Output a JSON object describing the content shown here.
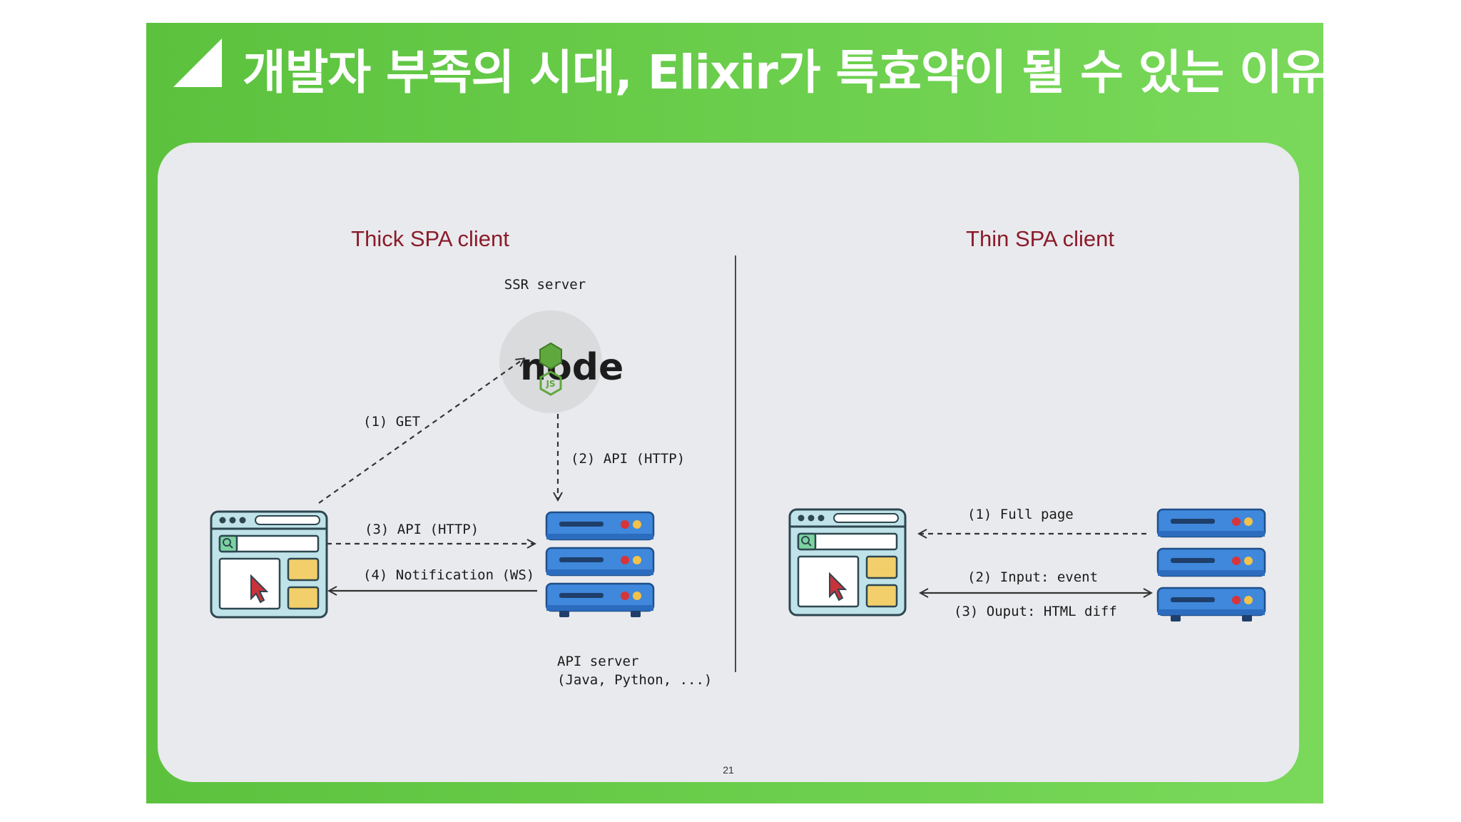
{
  "slide": {
    "title": "개발자 부족의 시대, Elixir가 특효약이 될 수 있는 이유",
    "page_number": "21"
  },
  "thick": {
    "heading": "Thick SPA client",
    "ssr_label": "SSR server",
    "node_logo_text": "node",
    "node_logo_sub": "JS",
    "get_label": "(1) GET",
    "api_ssr_label": "(2) API (HTTP)",
    "api_client_label": "(3) API (HTTP)",
    "notification_label": "(4) Notification (WS)",
    "api_server_label": "API server",
    "api_server_sub": "(Java, Python, ...)"
  },
  "thin": {
    "heading": "Thin SPA client",
    "full_page_label": "(1) Full page",
    "input_label": "(2) Input: event",
    "output_label": "(3) Ouput: HTML diff"
  },
  "colors": {
    "slide_green": "#6dd04e",
    "panel_gray": "#e9eaed",
    "heading_red": "#8a1c2b",
    "server_blue": "#3f88dc",
    "browser_teal": "#bfe3e8",
    "browser_yellow": "#f2cf6a",
    "cursor_red": "#c8323a"
  }
}
